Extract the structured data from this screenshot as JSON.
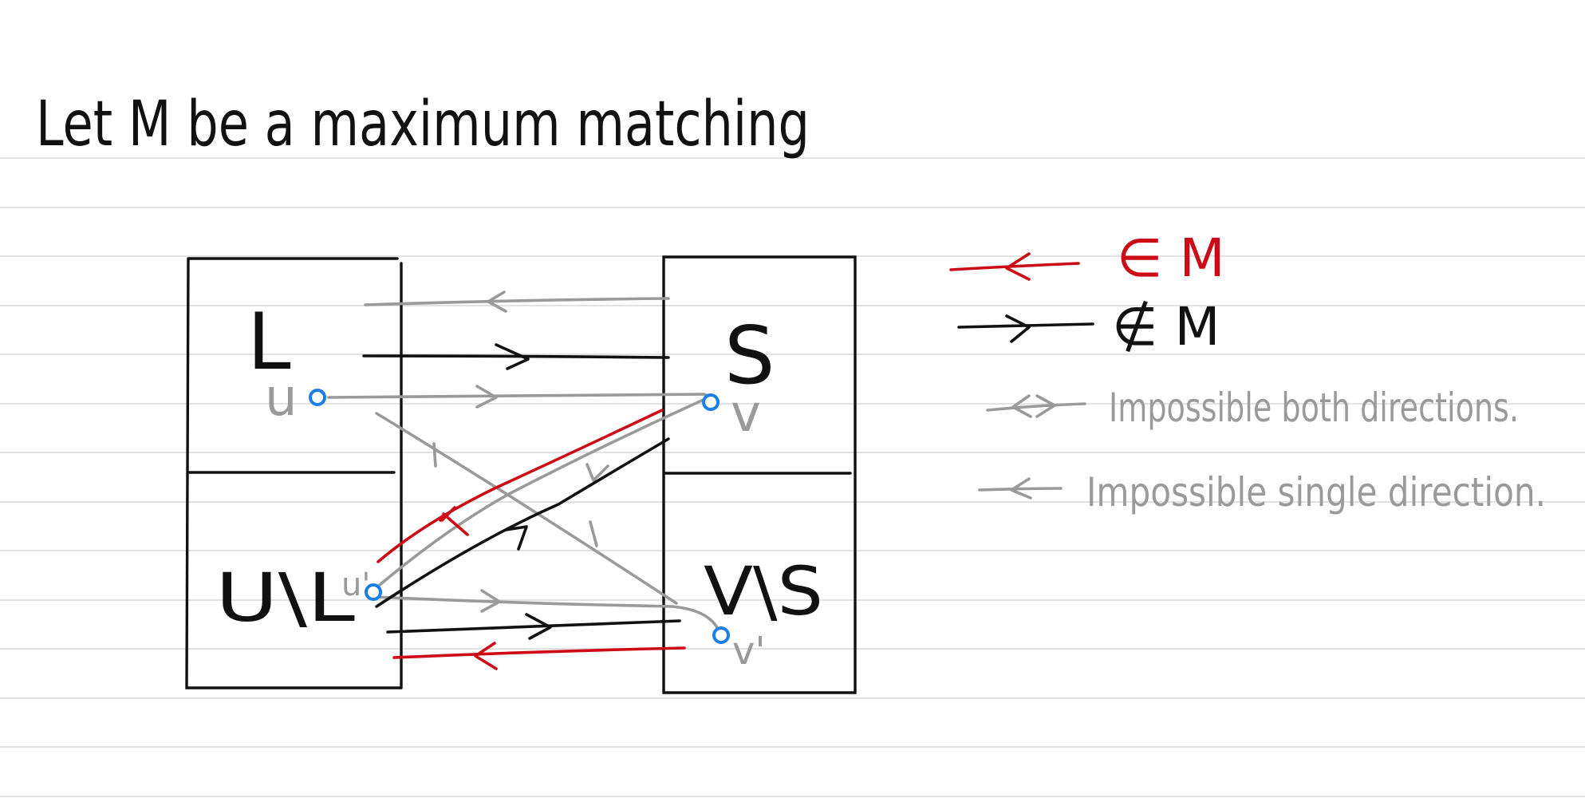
{
  "title": "Let M be a maximum matching",
  "sets": {
    "left_top": "L",
    "left_bottom": "U\\L",
    "right_top": "S",
    "right_bottom": "V\\S"
  },
  "vertices": {
    "u": "u",
    "v": "v",
    "u_prime": "u'",
    "v_prime": "v'"
  },
  "legend": {
    "in_matching": "∈ M",
    "not_in_matching": "∉ M",
    "impossible_both": "Impossible both directions.",
    "impossible_single": "Impossible single direction."
  },
  "colors": {
    "matching_edge": "#cc0b17",
    "non_matching_edge": "#111111",
    "impossible_edge": "#9a9a9a",
    "vertex": "#1a7fe6"
  }
}
